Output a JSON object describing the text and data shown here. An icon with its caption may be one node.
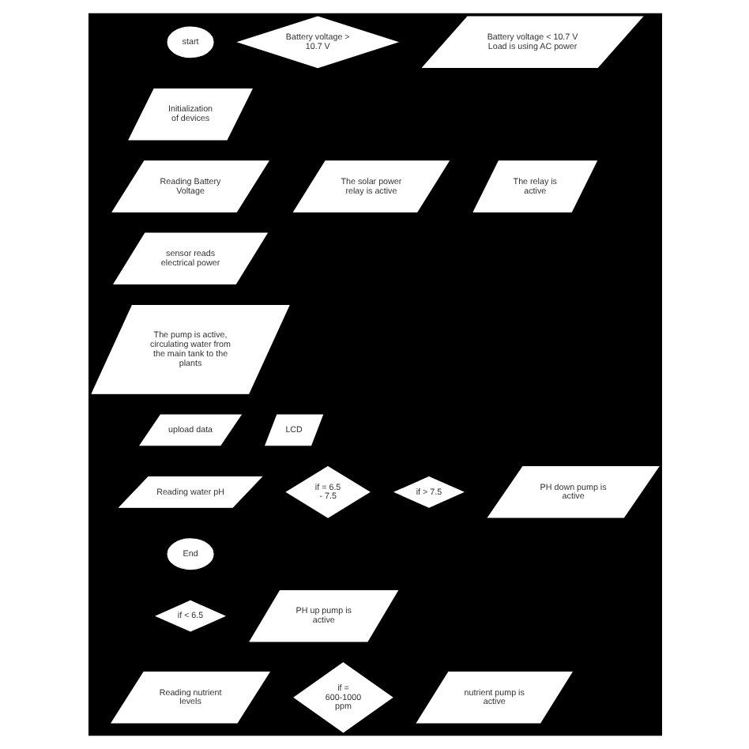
{
  "diagram": {
    "nodes": [
      {
        "text": [
          "start"
        ]
      },
      {
        "text": [
          "Battery voltage > 10.7 V"
        ]
      },
      {
        "text": [
          "Battery voltage < 10.7 V Load is using AC power"
        ]
      },
      {
        "text": [
          "Initialization of devices"
        ]
      },
      {
        "text": [
          "Reading Battery Voltage"
        ]
      },
      {
        "text": [
          "The solar power relay is active"
        ]
      },
      {
        "text": [
          "The relay is active"
        ]
      },
      {
        "text": [
          "sensor reads electrical power"
        ]
      },
      {
        "text": [
          "The pump is active, circulating water from the main tank to the plants"
        ]
      },
      {
        "text": [
          "upload data"
        ]
      },
      {
        "text": [
          "LCD"
        ]
      },
      {
        "text": [
          "Reading water pH"
        ]
      },
      {
        "text": [
          "if = 6.5 - 7.5"
        ]
      },
      {
        "text": [
          "if > 7.5"
        ]
      },
      {
        "text": [
          "PH down pump is active"
        ]
      },
      {
        "text": [
          "End"
        ]
      },
      {
        "text": [
          "if < 6.5"
        ]
      },
      {
        "text": [
          "PH up pump is active"
        ]
      },
      {
        "text": [
          "Reading nutrient levels"
        ]
      },
      {
        "text": [
          "if = 600-1000 ppm"
        ]
      },
      {
        "text": [
          "nutrient pump is active"
        ]
      }
    ],
    "edges": []
  }
}
